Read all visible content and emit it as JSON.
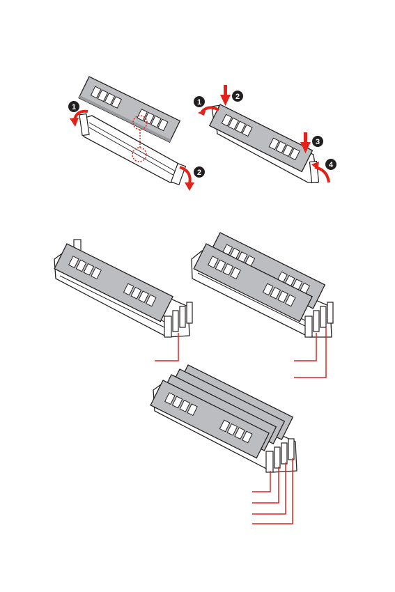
{
  "colors": {
    "accent": "#e2231a",
    "ink": "#231f20",
    "module_fill": "#bcbdc0",
    "slot_fill": "#ffffff"
  },
  "steps": {
    "removal": [
      "1",
      "2"
    ],
    "installation": [
      "1",
      "2",
      "3",
      "4"
    ]
  },
  "icons": [
    "step-marker-icon",
    "lever-arrow-icon",
    "push-down-arrow-icon",
    "notch-alignment-circle-icon",
    "dimm-module-icon",
    "dimm-slot-icon",
    "callout-line-icon"
  ]
}
